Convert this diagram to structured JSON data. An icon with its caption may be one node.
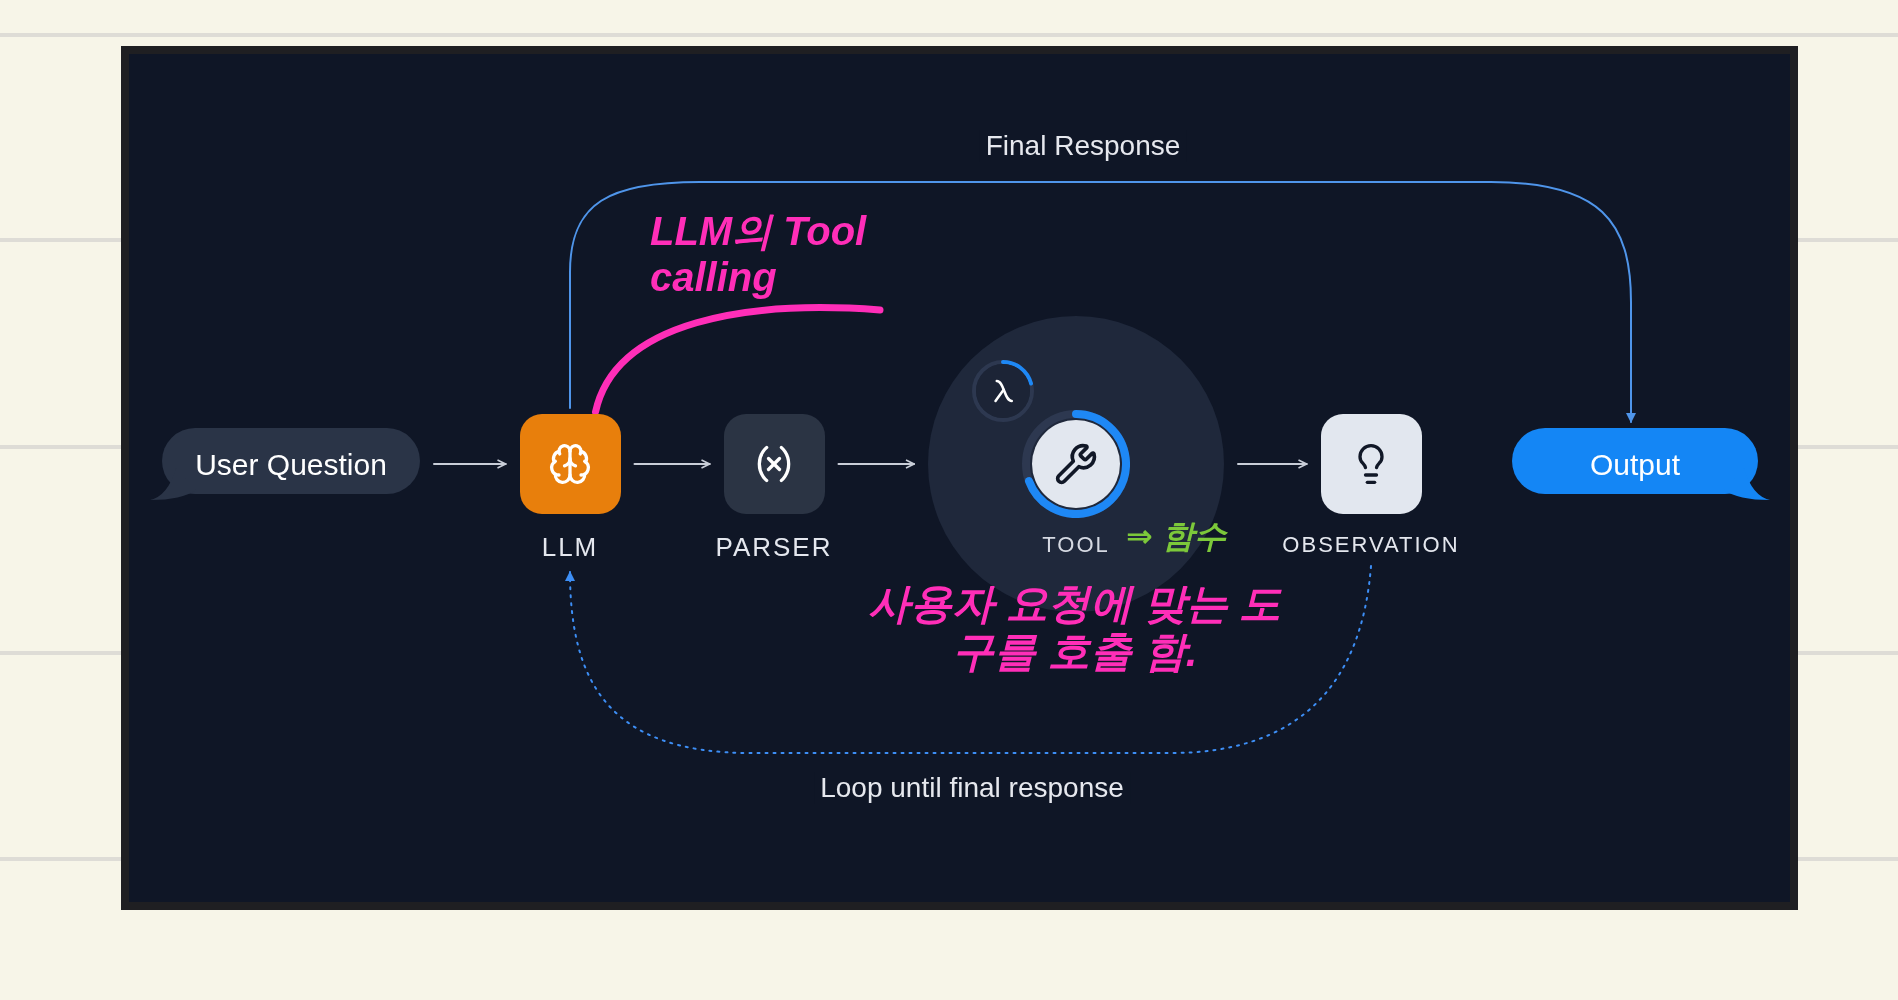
{
  "diagram": {
    "nodes": [
      {
        "text": [
          "User Question"
        ]
      },
      {
        "text": [
          "LLM"
        ]
      },
      {
        "text": [
          "PARSER"
        ]
      },
      {
        "text": [
          "TOOL"
        ]
      },
      {
        "text": [
          "OBSERVATION"
        ]
      },
      {
        "text": [
          "Output"
        ]
      },
      {
        "text": [
          "LLM의 Tool calling"
        ]
      }
    ],
    "edges": [
      {
        "from": 0,
        "to": 1,
        "arrow": "to"
      },
      {
        "from": 1,
        "to": 2,
        "arrow": "to"
      },
      {
        "from": 2,
        "to": 3,
        "arrow": "to"
      },
      {
        "from": 3,
        "to": 4,
        "arrow": "to"
      },
      {
        "from": 1,
        "to": 5,
        "arrow": "to",
        "label": "Final Response",
        "color": "#4f95ea"
      },
      {
        "from": 4,
        "to": 1,
        "arrow": "to",
        "label": "Loop until final response",
        "style": "dashed",
        "color": "#3d8ef5"
      },
      {
        "from": 6,
        "to": 1,
        "arrow": "none",
        "style": "thick",
        "color": "#ff2eb8"
      }
    ],
    "labels": [
      "⇒ 함수",
      "사용자 요청에 맞는 도구를 호출 함."
    ]
  }
}
